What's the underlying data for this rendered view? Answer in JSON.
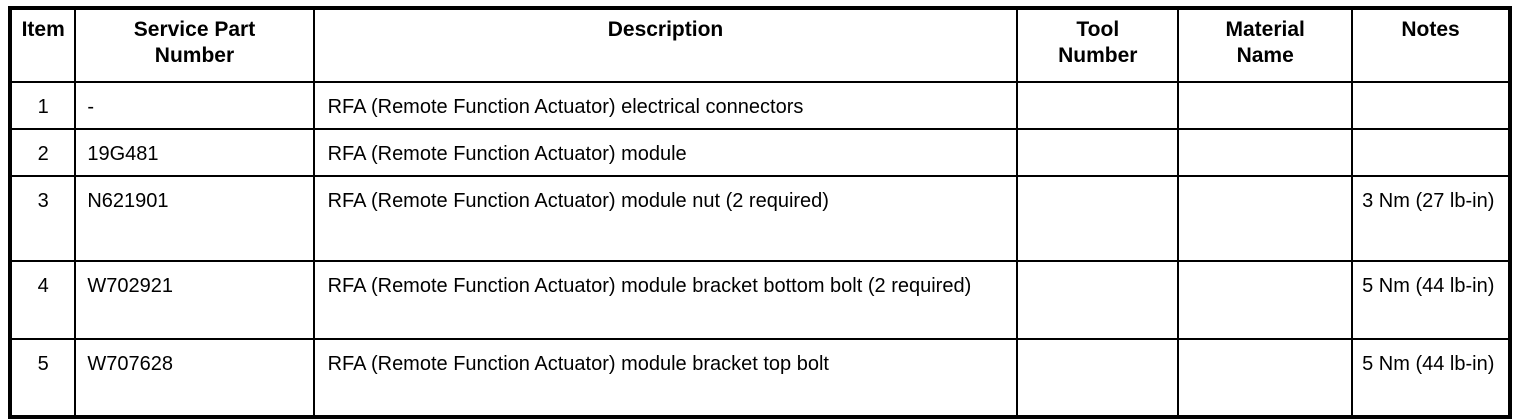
{
  "table": {
    "columns": [
      {
        "key": "item",
        "label": "Item"
      },
      {
        "key": "part",
        "label": "Service Part Number",
        "label_line1": "Service Part",
        "label_line2": "Number"
      },
      {
        "key": "desc",
        "label": "Description"
      },
      {
        "key": "tool",
        "label": "Tool Number",
        "label_line1": "Tool",
        "label_line2": "Number"
      },
      {
        "key": "material",
        "label": "Material Name",
        "label_line1": "Material",
        "label_line2": "Name"
      },
      {
        "key": "notes",
        "label": "Notes"
      }
    ],
    "rows": [
      {
        "item": "1",
        "part": "-",
        "desc": "RFA (Remote Function Actuator) electrical connectors",
        "tool": "",
        "material": "",
        "notes": ""
      },
      {
        "item": "2",
        "part": "19G481",
        "desc": "RFA (Remote Function Actuator) module",
        "tool": "",
        "material": "",
        "notes": ""
      },
      {
        "item": "3",
        "part": "N621901",
        "desc": "RFA (Remote Function Actuator) module nut (2 required)",
        "tool": "",
        "material": "",
        "notes": "3 Nm (27 lb-in)"
      },
      {
        "item": "4",
        "part": "W702921",
        "desc": "RFA (Remote Function Actuator) module bracket bottom bolt (2 required)",
        "tool": "",
        "material": "",
        "notes": "5 Nm (44 lb-in)"
      },
      {
        "item": "5",
        "part": "W707628",
        "desc": "RFA (Remote Function Actuator) module bracket top bolt",
        "tool": "",
        "material": "",
        "notes": "5 Nm (44 lb-in)"
      }
    ]
  },
  "colors": {
    "border": "#000000",
    "text": "#000000",
    "background": "#ffffff"
  }
}
